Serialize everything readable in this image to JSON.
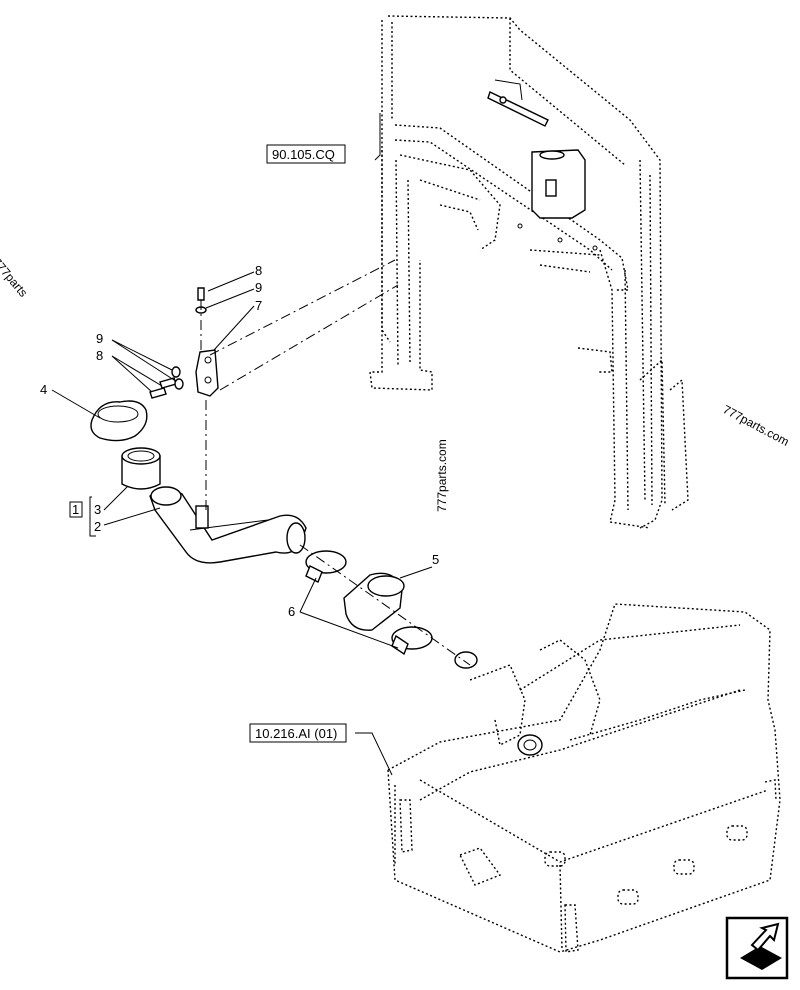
{
  "references": {
    "frame": "90.105.CQ",
    "tank": "10.216.AI (01)"
  },
  "callouts": {
    "c8_top": "8",
    "c9_top": "9",
    "c7": "7",
    "c9_left": "9",
    "c8_left": "8",
    "c4": "4",
    "c3": "3",
    "c2": "2",
    "c1": "1",
    "c5": "5",
    "c6": "6"
  },
  "watermarks": {
    "left": "777parts",
    "center": "777parts.com",
    "right": "777parts.com"
  },
  "nav": {
    "icon": "next-page-arrow-icon"
  }
}
